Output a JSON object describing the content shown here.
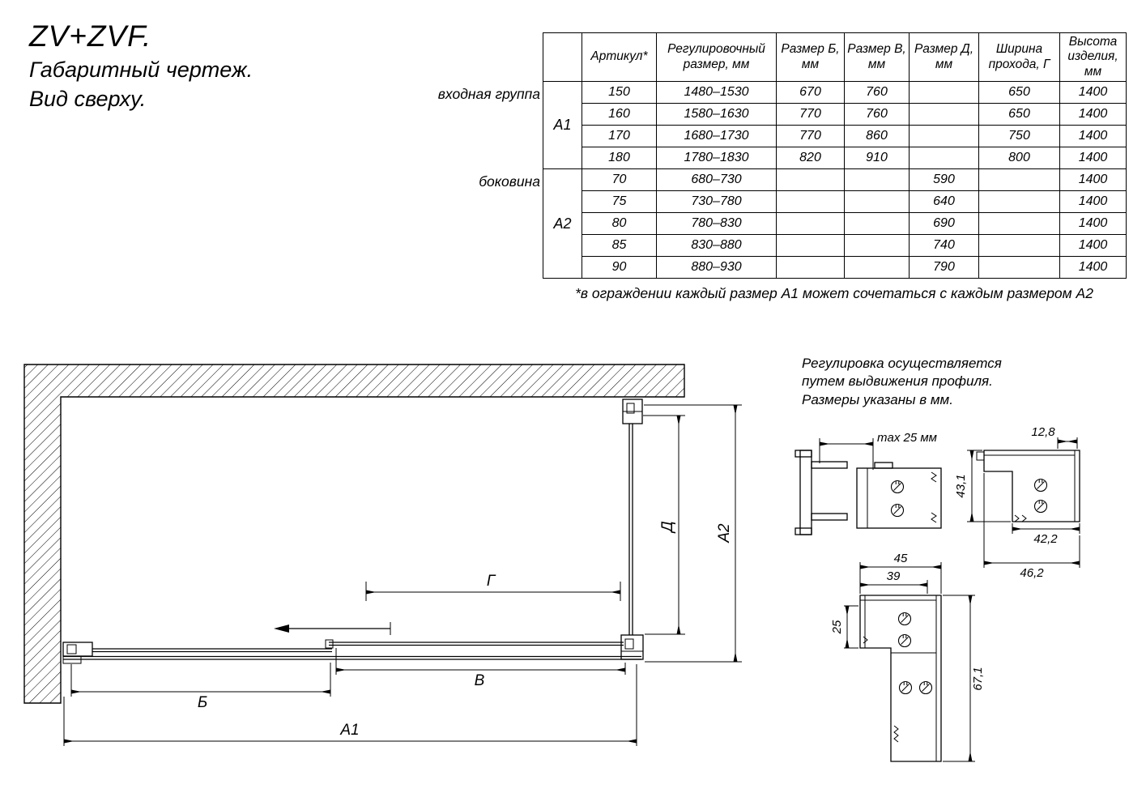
{
  "colors": {
    "ink": "#000000",
    "paper": "#ffffff"
  },
  "title": {
    "line1": "ZV+ZVF.",
    "line2": "Габаритный чертеж.",
    "line3": "Вид сверху."
  },
  "table": {
    "headers": [
      "Артикул*",
      "Регулировочный размер, мм",
      "Размер Б, мм",
      "Размер В, мм",
      "Размер Д, мм",
      "Ширина прохода, Г",
      "Высота изделия, мм"
    ],
    "groups": [
      {
        "label": "входная группа",
        "code": "А1",
        "rows": [
          [
            "150",
            "1480–1530",
            "670",
            "760",
            "",
            "650",
            "1400"
          ],
          [
            "160",
            "1580–1630",
            "770",
            "760",
            "",
            "650",
            "1400"
          ],
          [
            "170",
            "1680–1730",
            "770",
            "860",
            "",
            "750",
            "1400"
          ],
          [
            "180",
            "1780–1830",
            "820",
            "910",
            "",
            "800",
            "1400"
          ]
        ]
      },
      {
        "label": "боковина",
        "code": "А2",
        "rows": [
          [
            "70",
            "680–730",
            "",
            "",
            "590",
            "",
            "1400"
          ],
          [
            "75",
            "730–780",
            "",
            "",
            "640",
            "",
            "1400"
          ],
          [
            "80",
            "780–830",
            "",
            "",
            "690",
            "",
            "1400"
          ],
          [
            "85",
            "830–880",
            "",
            "",
            "740",
            "",
            "1400"
          ],
          [
            "90",
            "880–930",
            "",
            "",
            "790",
            "",
            "1400"
          ]
        ]
      }
    ],
    "footnote": "*в ограждении каждый размер А1 может сочетаться с каждым размером А2"
  },
  "drawing": {
    "dim_b": "Б",
    "dim_v": "В",
    "dim_a1": "А1",
    "dim_g": "Г",
    "dim_d": "Д",
    "dim_a2": "А2"
  },
  "note": {
    "line1": "Регулировка осуществляется",
    "line2": "путем выдвижения профиля.",
    "line3": "Размеры указаны в мм."
  },
  "profiles": {
    "max25": "max 25 мм",
    "d128": "12,8",
    "d431": "43,1",
    "d422": "42,2",
    "d462": "46,2",
    "d45": "45",
    "d39": "39",
    "d25": "25",
    "d671": "67,1"
  }
}
